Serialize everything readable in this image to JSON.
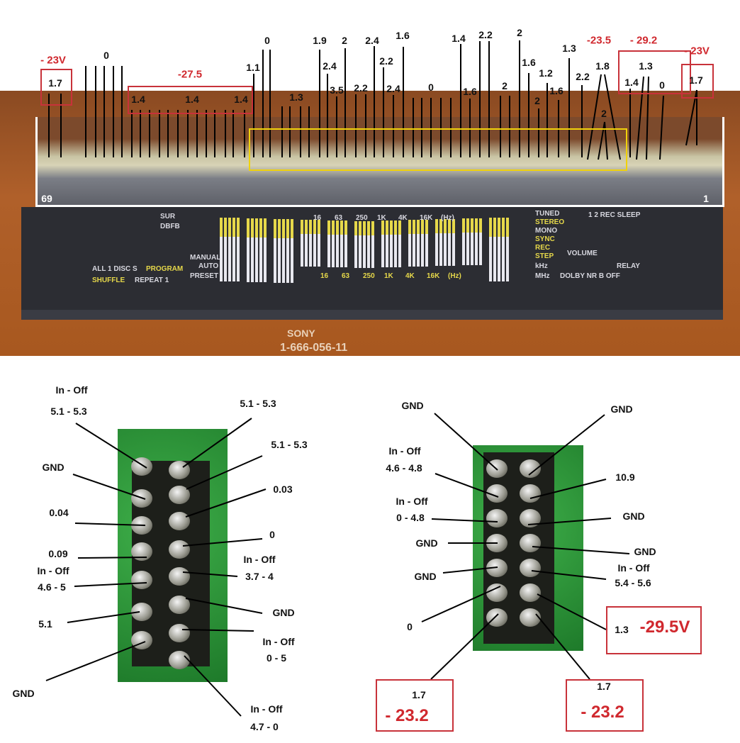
{
  "top_connector": {
    "pin_labels": [
      "1.7",
      "0",
      "1.4",
      "1.4",
      "1.4",
      "1.1",
      "0",
      "1.3",
      "1.9",
      "2",
      "2.4",
      "3.5",
      "2.2",
      "2.4",
      "2.2",
      "2.4",
      "1.6",
      "0",
      "1.4",
      "2.2",
      "1.6",
      "2",
      "2",
      "1.6",
      "1.2",
      "2",
      "1.6",
      "1.3",
      "2.2",
      "1.8",
      "2",
      "1.3",
      "1.4",
      "0",
      "1.7"
    ],
    "red_labels": [
      "- 23V",
      "-27.5",
      "-23.5",
      "- 29.2",
      "- 23V"
    ],
    "pin_first": "69",
    "pin_last": "1"
  },
  "vfd_display": {
    "left": [
      "SUR",
      "DBFB",
      "ALL 1 DISC S",
      "PROGRAM",
      "SHUFFLE",
      "REPEAT 1",
      "MANUAL",
      "AUTO",
      "PRESET"
    ],
    "eq_bands": [
      "16",
      "63",
      "250",
      "1K",
      "4K",
      "16K",
      "(Hz)"
    ],
    "right": [
      "TUNED",
      "STEREO",
      "MONO",
      "SYNC",
      "REC",
      "STEP",
      "kHz",
      "MHz",
      "DOLBY NR B OFF",
      "RELAY",
      "VOLUME",
      "1 2 REC SLEEP"
    ],
    "board_brand": "SONY",
    "board_part": "1-666-056-11"
  },
  "left_header": {
    "labels": [
      "In - Off",
      "5.1 - 5.3",
      "5.1 - 5.3",
      "5.1 - 5.3",
      "GND",
      "0.03",
      "0.04",
      "0",
      "0.09",
      "In - Off",
      "4.6 - 5",
      "In - Off",
      "3.7 - 4",
      "GND",
      "5.1",
      "In - Off",
      "0 - 5",
      "GND",
      "In - Off",
      "4.7 - 0"
    ]
  },
  "right_header": {
    "labels": [
      "GND",
      "GND",
      "In - Off",
      "4.6 - 4.8",
      "10.9",
      "In - Off",
      "0 - 4.8",
      "GND",
      "GND",
      "GND",
      "In - Off",
      "5.4 - 5.6",
      "GND",
      "0"
    ],
    "boxes": [
      {
        "value": "1.3",
        "voltage": "-29.5V"
      },
      {
        "value": "1.7",
        "voltage": "- 23.2"
      },
      {
        "value": "1.7",
        "voltage": "- 23.2"
      }
    ]
  },
  "colors": {
    "annotation_red": "#d0282e",
    "highlight_yellow": "#f0d20a"
  }
}
